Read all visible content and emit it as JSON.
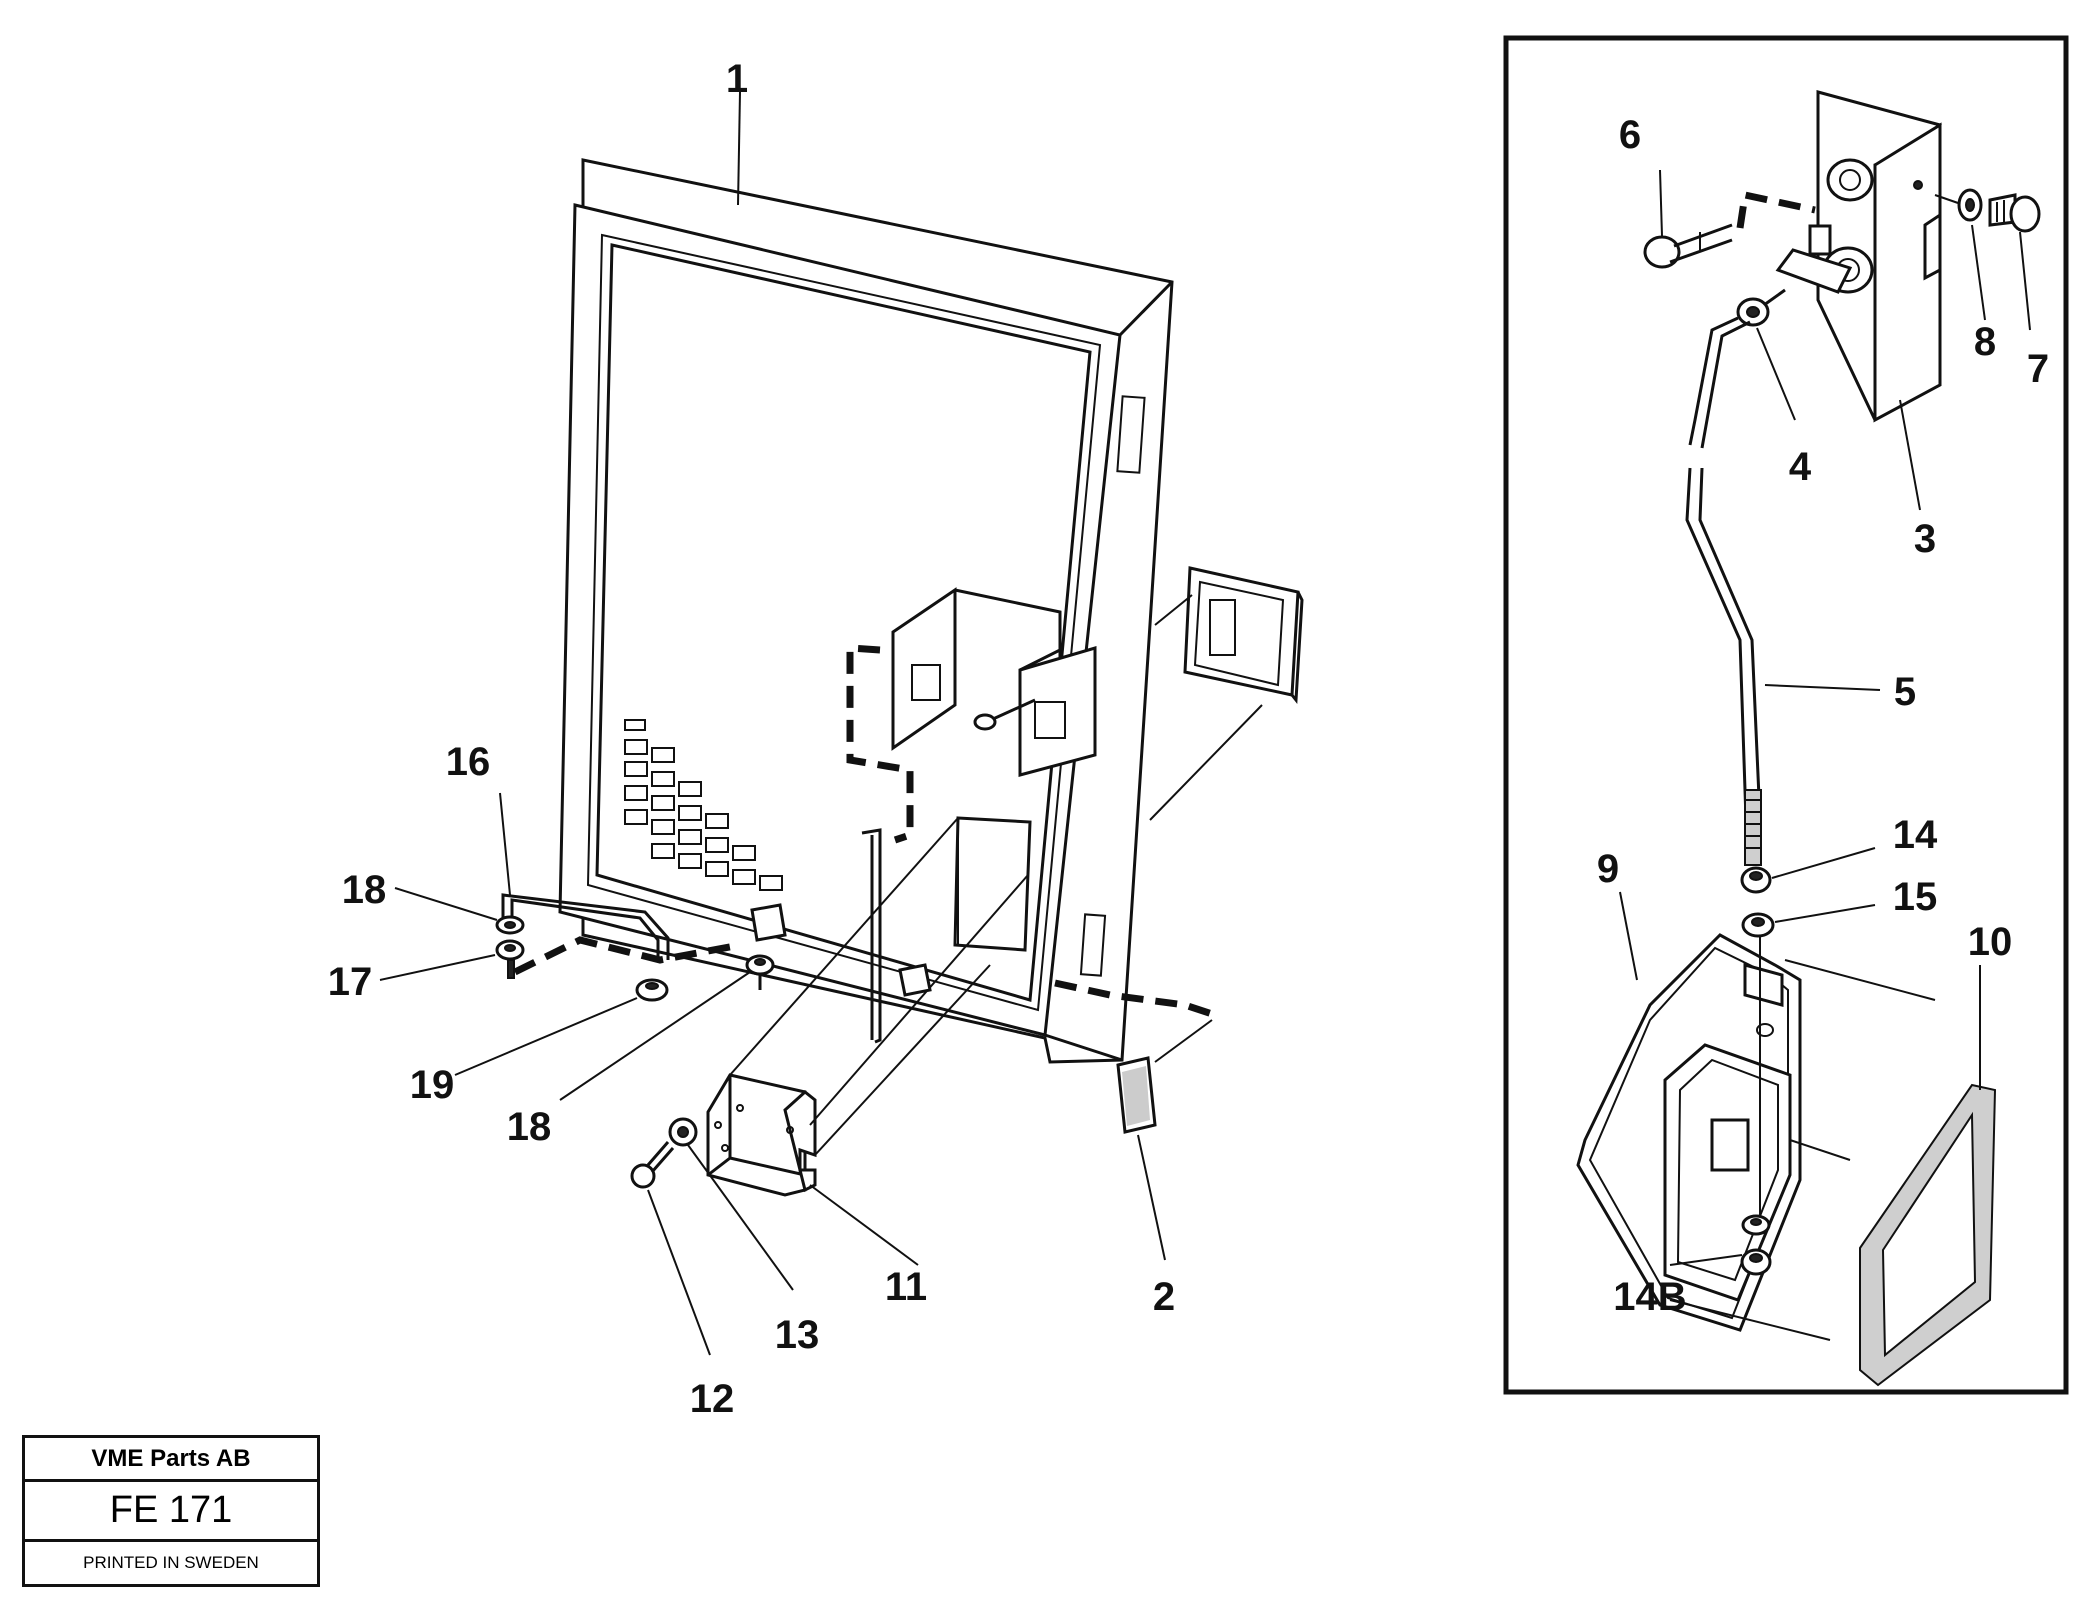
{
  "title_block": {
    "company": "VME Parts AB",
    "drawing_code": "FE 171",
    "note": "PRINTED IN SWEDEN"
  },
  "callouts": {
    "c1": "1",
    "c2": "2",
    "c3": "3",
    "c4": "4",
    "c5": "5",
    "c6": "6",
    "c7": "7",
    "c8": "8",
    "c9": "9",
    "c10": "10",
    "c11": "11",
    "c12": "12",
    "c13": "13",
    "c14": "14",
    "c14b": "14B",
    "c15": "15",
    "c16": "16",
    "c17": "17",
    "c18a": "18",
    "c18b": "18",
    "c19": "19"
  }
}
